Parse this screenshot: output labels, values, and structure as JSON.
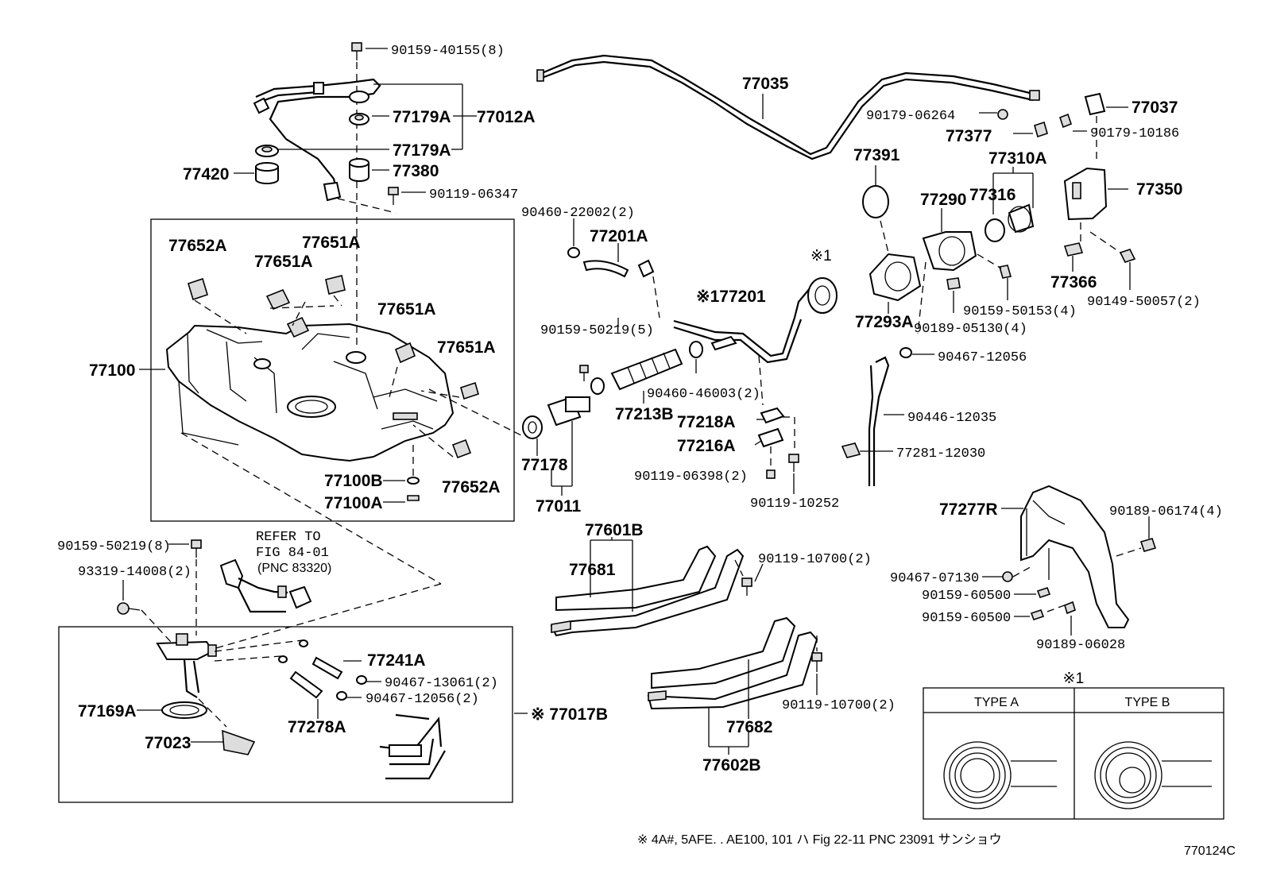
{
  "parts": {
    "p90159_40155": "90159-40155(8)",
    "p77179A_1": "77179A",
    "p77012A": "77012A",
    "p77179A_2": "77179A",
    "p77380": "77380",
    "p77420": "77420",
    "p90119_06347": "90119-06347",
    "p77035": "77035",
    "p77037": "77037",
    "p90179_06264": "90179-06264",
    "p90179_10186": "90179-10186",
    "p77377": "77377",
    "p77391": "77391",
    "p77310A": "77310A",
    "p77290": "77290",
    "p77316": "77316",
    "p77350": "77350",
    "p77366": "77366",
    "p90149_50057": "90149-50057(2)",
    "p77293A": "77293A",
    "p90159_50153": "90159-50153(4)",
    "p90189_05130": "90189-05130(4)",
    "p90467_12056_r": "90467-12056",
    "p90446_12035": "90446-12035",
    "p77281_12030": "77281-12030",
    "p90460_22002": "90460-22002(2)",
    "p77201A": "77201A",
    "p77201": "※177201",
    "pmark1": "※1",
    "p90159_50219_5": "90159-50219(5)",
    "p90460_46003": "90460-46003(2)",
    "p77213B": "77213B",
    "p77218A": "77218A",
    "p77216A": "77216A",
    "p90119_06398": "90119-06398(2)",
    "p90119_10252": "90119-10252",
    "p77178": "77178",
    "p77011": "77011",
    "p77652A_1": "77652A",
    "p77651A_1": "77651A",
    "p77651A_2": "77651A",
    "p77651A_3": "77651A",
    "p77651A_4": "77651A",
    "p77100": "77100",
    "p77100B": "77100B",
    "p77100A": "77100A",
    "p77652A_2": "77652A",
    "p90159_50219_8": "90159-50219(8)",
    "p93319_14008": "93319-14008(2)",
    "refer1": "REFER TO",
    "refer2": "FIG 84-01",
    "refer3": "(PNC 83320)",
    "p77241A": "77241A",
    "p90467_13061": "90467-13061(2)",
    "p90467_12056_2": "90467-12056(2)",
    "p77169A": "77169A",
    "p77023": "77023",
    "p77278A": "77278A",
    "p77017B": "※ 77017B",
    "p77601B": "77601B",
    "p77681": "77681",
    "p90119_10700_1": "90119-10700(2)",
    "p77682": "77682",
    "p77602B": "77602B",
    "p90119_10700_2": "90119-10700(2)",
    "p77277R": "77277R",
    "p90189_06174": "90189-06174(4)",
    "p90467_07130": "90467-07130",
    "p90159_60500_1": "90159-60500",
    "p90159_60500_2": "90159-60500",
    "p90189_06028": "90189-06028"
  },
  "type_table": {
    "mark": "※1",
    "type_a": "TYPE A",
    "type_b": "TYPE B"
  },
  "footnote": "※  4A#, 5AFE. . AE100, 101 ハ Fig 22-11 PNC 23091 サンショウ",
  "figure_code": "770124C"
}
